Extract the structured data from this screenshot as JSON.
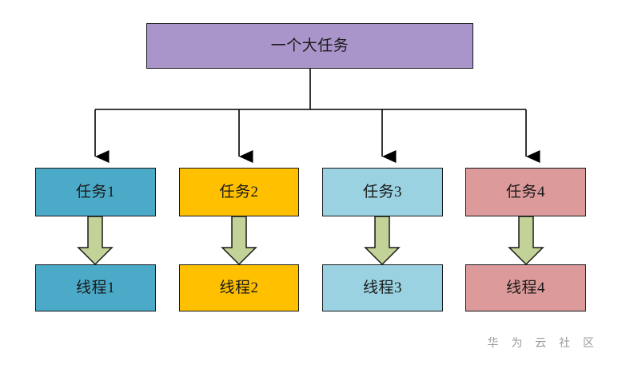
{
  "diagram": {
    "title_text": "一个大任务",
    "root": {
      "label": "一个大任务",
      "fill": "#a995c9",
      "stroke": "#16181c"
    },
    "tasks": [
      {
        "label": "任务1",
        "fill": "#4baac8"
      },
      {
        "label": "任务2",
        "fill": "#ffc000"
      },
      {
        "label": "任务3",
        "fill": "#9bd2e2"
      },
      {
        "label": "任务4",
        "fill": "#dc9a9a"
      }
    ],
    "threads": [
      {
        "label": "线程1",
        "fill": "#4baac8"
      },
      {
        "label": "线程2",
        "fill": "#ffc000"
      },
      {
        "label": "线程3",
        "fill": "#9bd2e2"
      },
      {
        "label": "线程4",
        "fill": "#dc9a9a"
      }
    ],
    "connector_colors": {
      "tree_line": "#000000",
      "block_arrow_fill": "#c3d296",
      "block_arrow_stroke": "#1a1a1a"
    }
  },
  "watermark": {
    "text": "华 为 云 社 区"
  }
}
